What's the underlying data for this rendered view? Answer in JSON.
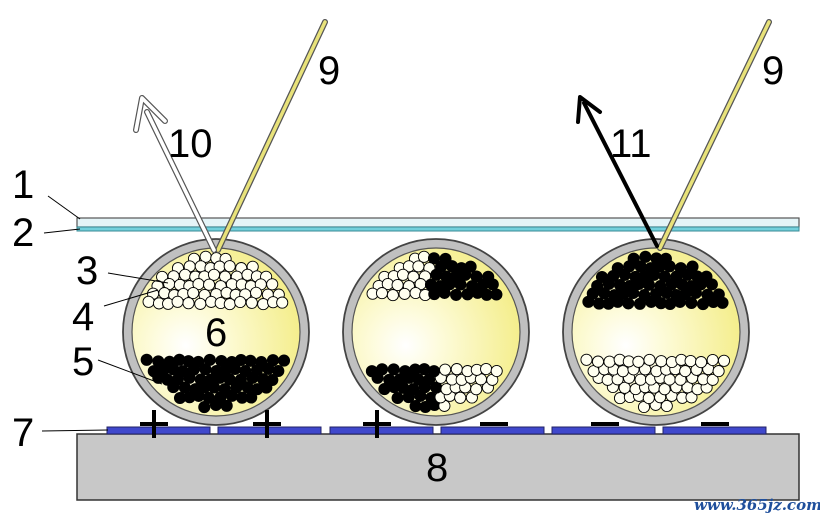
{
  "labels": {
    "n1": "1",
    "n2": "2",
    "n3": "3",
    "n4": "4",
    "n5": "5",
    "n6": "6",
    "n7": "7",
    "n8": "8",
    "n9a": "9",
    "n9b": "9",
    "n10": "10",
    "n11": "11"
  },
  "signs": [
    "+",
    "+",
    "+",
    "−",
    "−",
    "−"
  ],
  "watermark": "www.365jz.com",
  "capsules": [
    {
      "top_particles": "white",
      "bottom_particles": "black"
    },
    {
      "top_particles": "mixed",
      "bottom_particles": "mixed"
    },
    {
      "top_particles": "black",
      "bottom_particles": "white"
    }
  ],
  "colors": {
    "substrate": "#c8c8c8",
    "electrode": "#3f48cc",
    "glass": "#e4f4f7",
    "conductive_layer": "#73d0dc",
    "shell": "#c0c0c0",
    "fluid_center": "#ffffff",
    "fluid_edge": "#f5ef88",
    "light_ray": "#e8e27a",
    "white_particle": "#fffff0",
    "black_particle": "#000000"
  }
}
